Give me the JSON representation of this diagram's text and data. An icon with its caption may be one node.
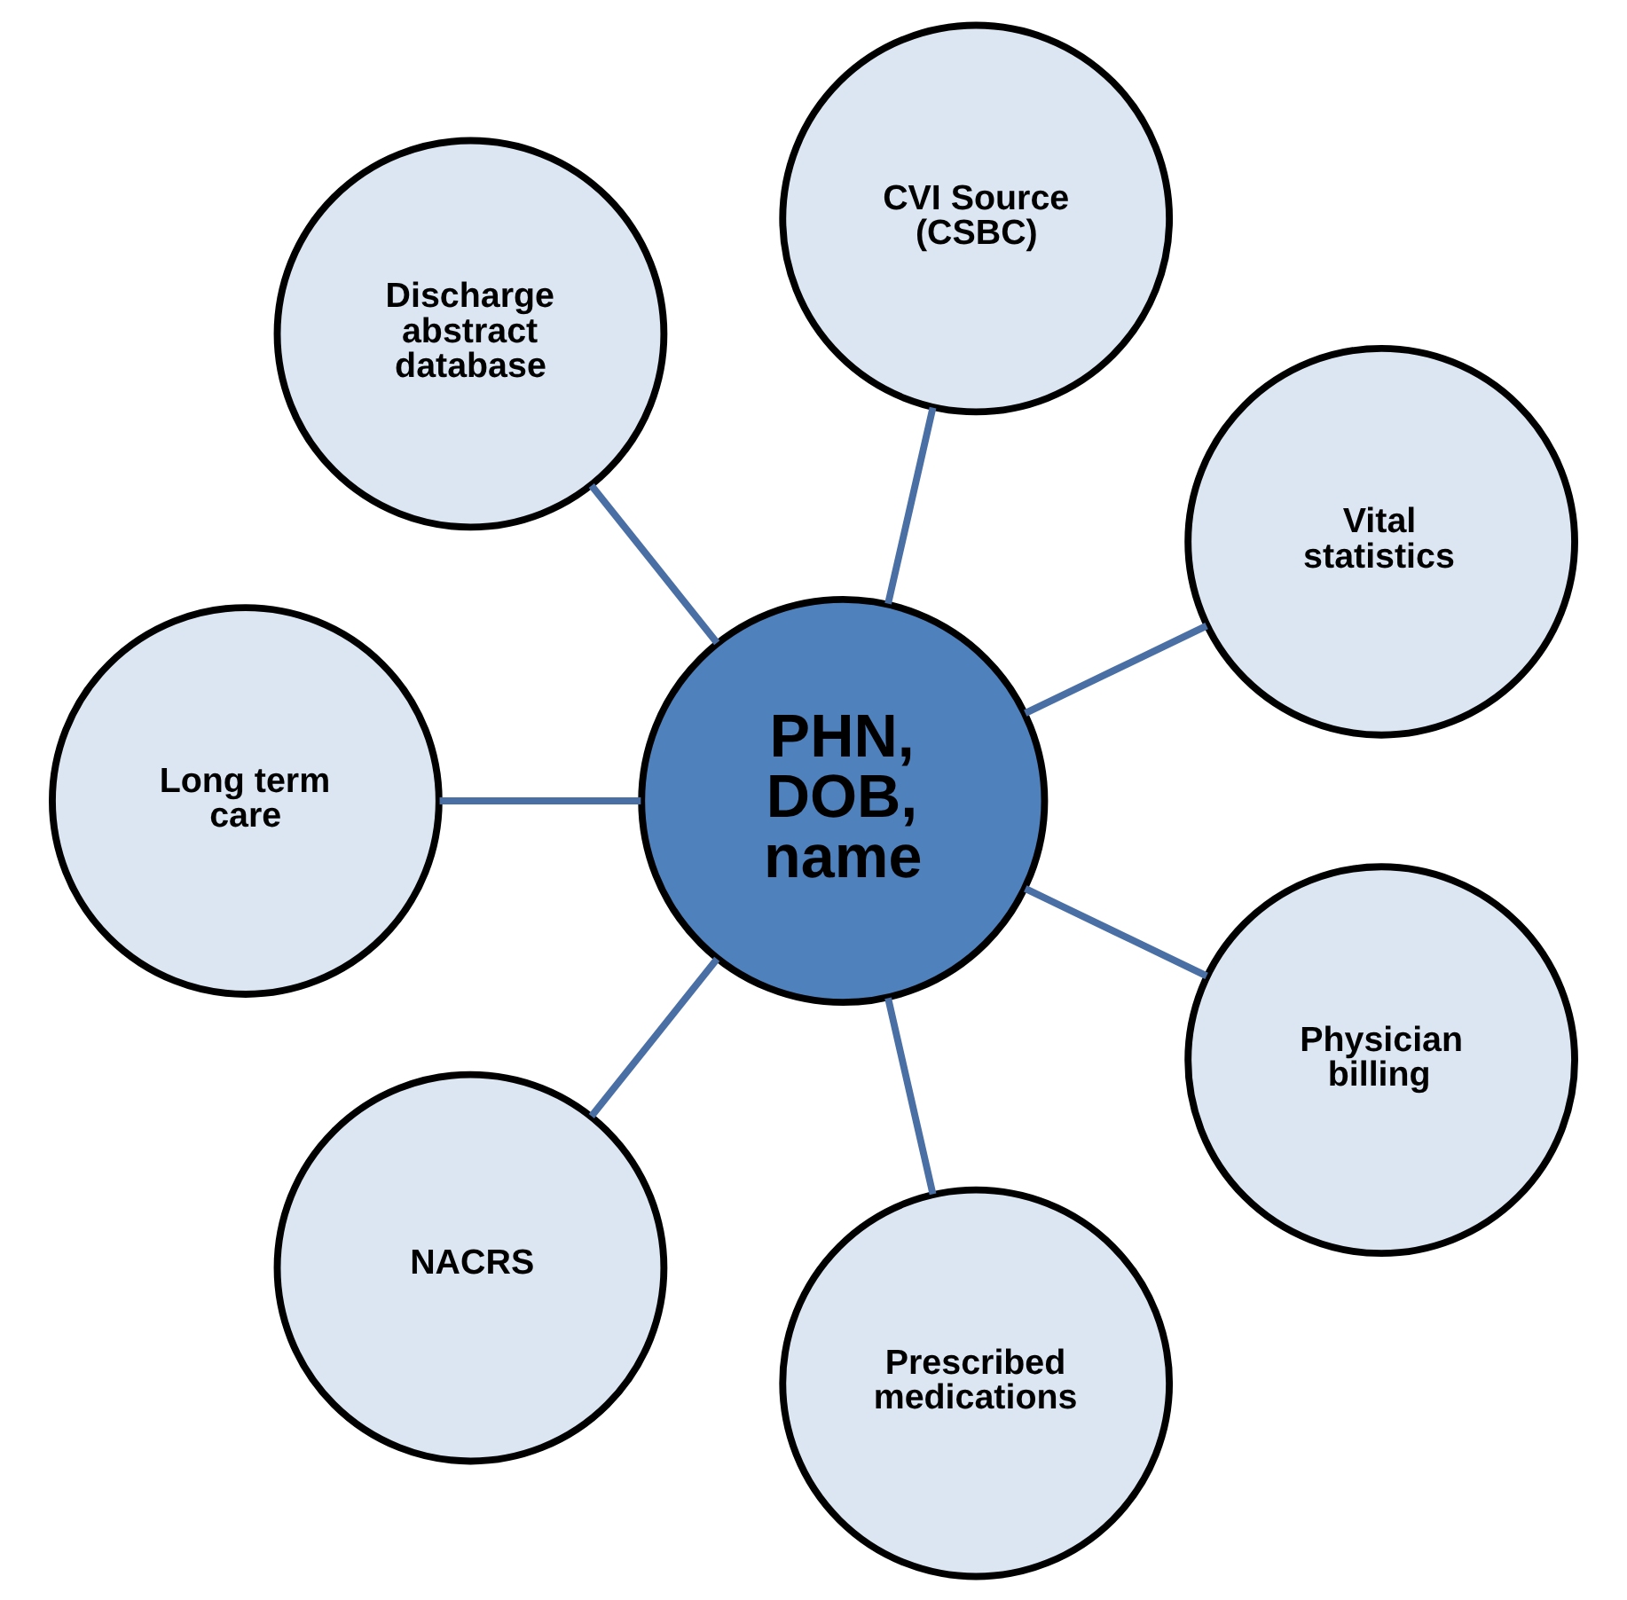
{
  "diagram": {
    "nodes": [
      {
        "text": [
          "Vital statistics"
        ]
      },
      {
        "text": [
          "CVI Source (CSBC)"
        ]
      },
      {
        "text": [
          "Discharge abstract database"
        ]
      },
      {
        "text": [
          "PHN, DOB, name"
        ]
      },
      {
        "text": [
          "Long term care"
        ]
      },
      {
        "text": [
          "NACRS"
        ]
      },
      {
        "text": [
          "Prescribed medications"
        ]
      },
      {
        "text": [
          "Physician billing"
        ]
      }
    ],
    "edges": [
      {
        "from": 3,
        "to": 0,
        "arrow": "none"
      },
      {
        "from": 3,
        "to": 2,
        "arrow": "none"
      },
      {
        "from": 3,
        "to": 5,
        "arrow": "none"
      },
      {
        "from": 3,
        "to": 7,
        "arrow": "none"
      },
      {
        "from": 3,
        "to": 6,
        "arrow": "none"
      },
      {
        "from": 3,
        "to": 4,
        "arrow": "none"
      },
      {
        "from": 3,
        "to": 1,
        "arrow": "none"
      }
    ]
  }
}
